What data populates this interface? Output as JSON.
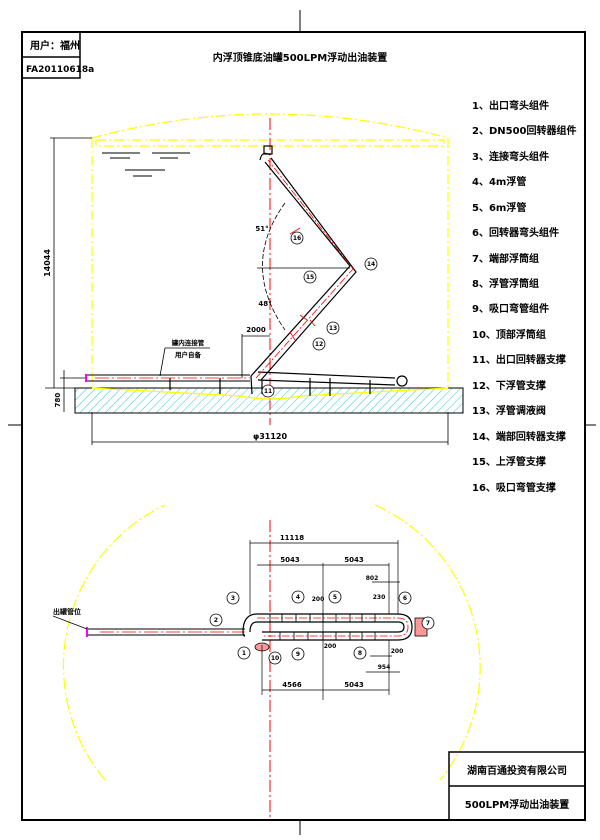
{
  "title_block": {
    "user_label": "用户：福州",
    "drawing_no": "FA20110618a"
  },
  "title": "内浮顶锥底油罐500LPM浮动出油装置",
  "legend": [
    "1、出口弯头组件",
    "2、DN500回转器组件",
    "3、连接弯头组件",
    "4、4m浮管",
    "5、6m浮管",
    "6、回转器弯头组件",
    "7、端部浮筒组",
    "8、浮管浮筒组",
    "9、吸口弯管组件",
    "10、顶部浮筒组",
    "11、出口回转器支撑",
    "12、下浮管支撑",
    "13、浮管调液阀",
    "14、端部回转器支撑",
    "15、上浮管支撑",
    "16、吸口弯管支撑"
  ],
  "elevation": {
    "height_dim": "14044",
    "base_dim": "780",
    "diameter_dim": "φ31120",
    "offset_dim": "2000",
    "angle_upper": "51°",
    "angle_lower": "48°",
    "note_line1": "罐内连接管",
    "note_line2": "用户自备",
    "callouts": [
      "16",
      "15",
      "14",
      "13",
      "12",
      "11"
    ]
  },
  "plan": {
    "outlet_note": "出罐管位",
    "dims": {
      "overall": "11118",
      "top_left": "5043",
      "top_right": "5043",
      "d802": "802",
      "d200a": "200",
      "d230": "230",
      "d200b": "200",
      "d200c": "200",
      "d954": "954",
      "bottom_left": "4566",
      "bottom_right": "5043"
    },
    "callouts": [
      "1",
      "2",
      "3",
      "4",
      "5",
      "6",
      "7",
      "8",
      "9",
      "10"
    ]
  },
  "company_block": {
    "company": "湖南百通投资有限公司",
    "drawing_name": "500LPM浮动出油装置"
  },
  "colors": {
    "tank": "#ffff00",
    "centerline": "#ff0000",
    "hatch": "#33cccc",
    "inlet": "#ff00ff"
  }
}
